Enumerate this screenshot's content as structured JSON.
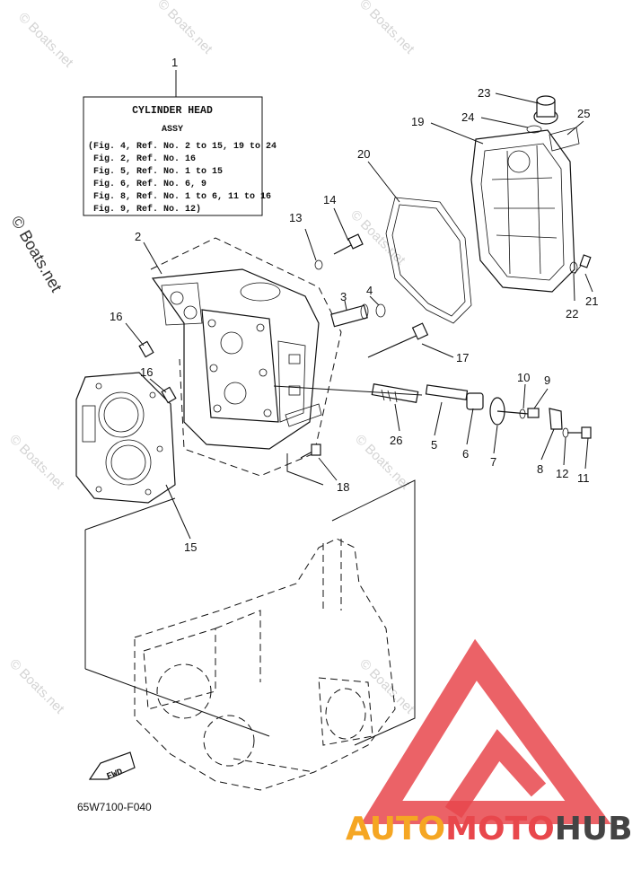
{
  "info_box": {
    "ref": "1",
    "title": "CYLINDER HEAD",
    "subtitle": "ASSY",
    "lines": [
      "(Fig. 4, Ref. No. 2 to 15, 19 to 24",
      "Fig. 2, Ref. No. 16",
      "Fig. 5, Ref. No. 1 to 15",
      "Fig. 6, Ref. No. 6, 9",
      "Fig. 8, Ref. No. 1 to 6, 11 to 16",
      "Fig. 9, Ref. No. 12)"
    ]
  },
  "callouts": [
    "2",
    "3",
    "4",
    "5",
    "6",
    "7",
    "8",
    "9",
    "10",
    "11",
    "12",
    "13",
    "14",
    "15",
    "16",
    "16",
    "17",
    "18",
    "19",
    "20",
    "21",
    "22",
    "23",
    "24",
    "25",
    "26"
  ],
  "diagram_code": "65W7100-F040",
  "fwd_label": "FWD",
  "watermarks": {
    "diagonal": "© Boats.net",
    "side": "© Boats.net"
  },
  "logo": {
    "part1": "AUTO",
    "part2": "MOTO",
    "part3": "HUB",
    "color1": "#f5a623",
    "color2": "#e8474c",
    "color3": "#444444"
  }
}
